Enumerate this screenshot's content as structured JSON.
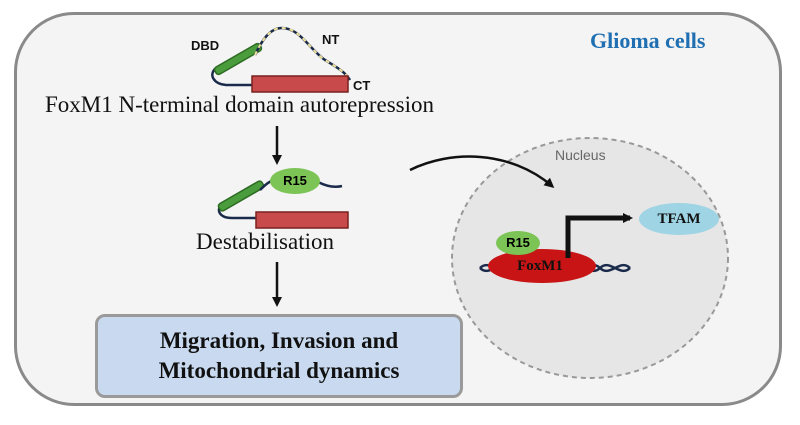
{
  "title": "Glioma cells",
  "domains": {
    "dbd": "DBD",
    "nt": "NT",
    "ct": "CT"
  },
  "labels": {
    "autorepression": "FoxM1 N-terminal domain autorepression",
    "destabilisation": "Destabilisation",
    "nucleus": "Nucleus"
  },
  "tags": {
    "r15_top": "R15",
    "r15_nucleus": "R15",
    "foxm1": "FoxM1",
    "tfam": "TFAM"
  },
  "outcome": {
    "line1": "Migration, Invasion and",
    "line2": "Mitochondrial dynamics"
  },
  "colors": {
    "title": "#1f6fb2",
    "green_helix": "#4a9c3c",
    "red_domain": "#c94a4a",
    "r15_fill": "#7cc456",
    "foxm1_fill": "#c81414",
    "tfam_fill": "#9ed4e4",
    "nucleus_fill": "#e6e6e6",
    "outcome_fill": "#c9daf0"
  }
}
